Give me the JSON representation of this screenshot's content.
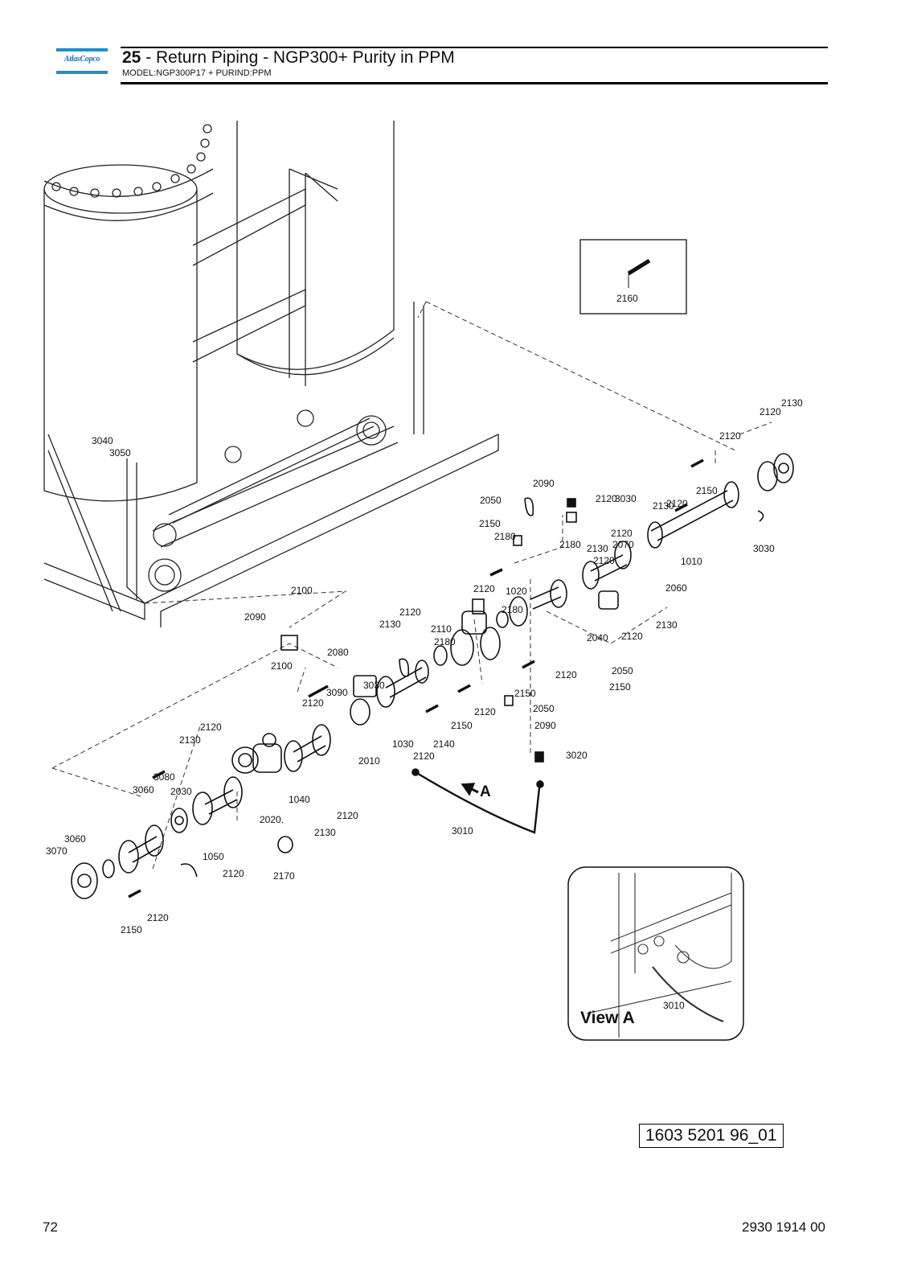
{
  "header": {
    "logo_text": "AtlasCopco",
    "section_number": "25",
    "section_title": " - Return Piping - NGP300+ Purity in PPM",
    "model_line": "MODEL:NGP300P17 + PURIND:PPM"
  },
  "drawing": {
    "callouts": [
      "3040",
      "3050",
      "2100",
      "2090",
      "2080",
      "2100",
      "3030",
      "2120",
      "3090",
      "2120",
      "2130",
      "3080",
      "3060",
      "2030",
      "3060",
      "3070",
      "1050",
      "2120",
      "2170",
      "2150",
      "2120",
      "1040",
      "2020.",
      "2130",
      "2120",
      "2010",
      "1030",
      "2120",
      "2140",
      "2150",
      "2120",
      "2130",
      "2120",
      "2110",
      "2180",
      "2120",
      "3010",
      "3020",
      "2090",
      "2050",
      "2150",
      "2120",
      "2150",
      "2050",
      "2120",
      "2130",
      "2120",
      "1020",
      "2180",
      "2040",
      "2130",
      "2120",
      "2180",
      "2070",
      "2060",
      "3030",
      "2090",
      "2050",
      "2150",
      "2180",
      "2130",
      "2120",
      "2120",
      "2150",
      "1010",
      "3030",
      "2120",
      "2120",
      "2130",
      "2160"
    ],
    "view_marker": "A",
    "inset_view_label": "View A",
    "inset_callout": "3010",
    "detail_box_callout": "2160"
  },
  "footer": {
    "illustration_number": "1603 5201 96_01",
    "page_number": "72",
    "document_number": "2930 1914 00"
  }
}
